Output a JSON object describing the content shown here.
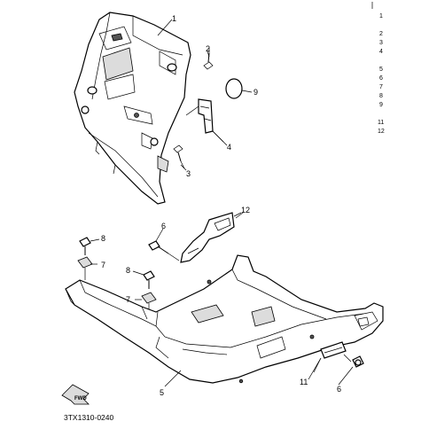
{
  "diagram_code": "3TX1310-0240",
  "forward_arrow_label": "FWD",
  "callouts": {
    "leg_shield": "1",
    "screw_upper": "2",
    "screw_lower": "3",
    "bracket": "4",
    "bottom_cover": "5",
    "bolt_left": "6",
    "bolt_right": "6",
    "clip_upper": "7",
    "clip_lower": "7",
    "screw_left_upper": "8",
    "screw_left_lower": "8",
    "grommet": "9",
    "rear_bracket": "11",
    "cover_plate": "12"
  },
  "index_column": [
    "1",
    "2",
    "3",
    "4",
    "5",
    "6",
    "7",
    "8",
    "9",
    "11",
    "12"
  ]
}
